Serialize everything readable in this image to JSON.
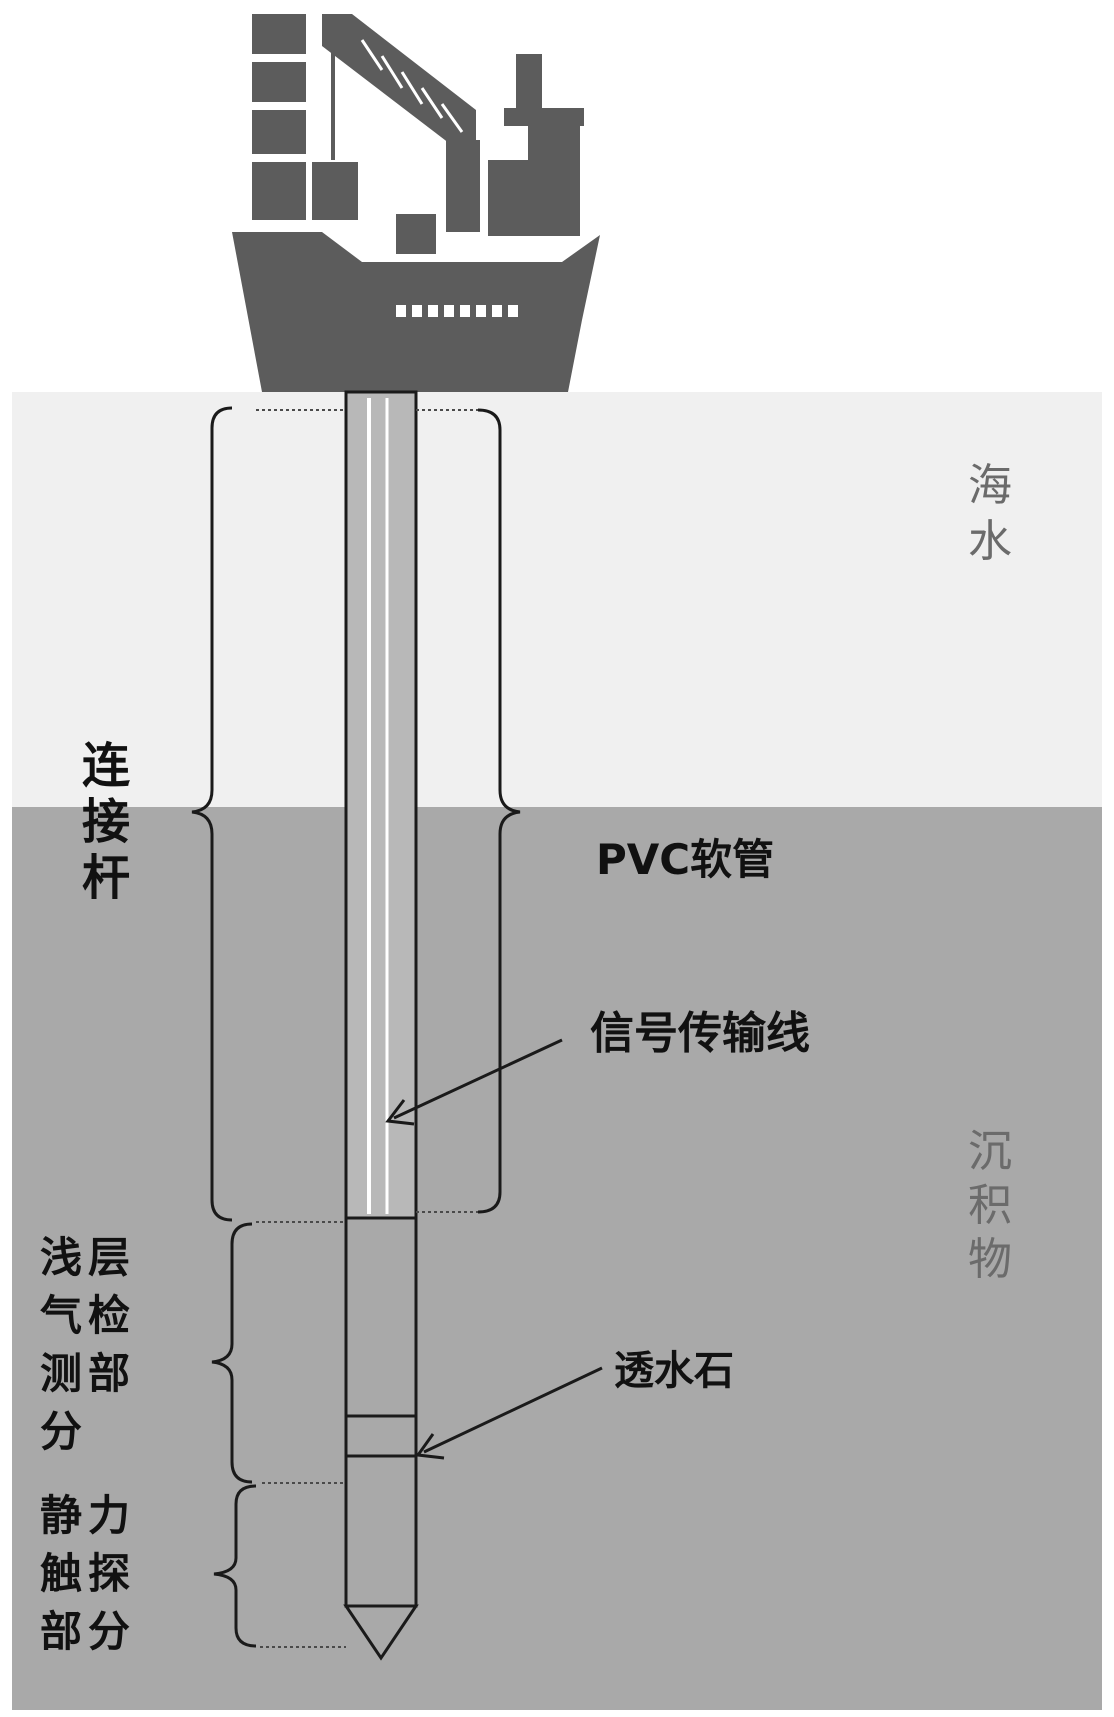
{
  "zones": {
    "seawater": "海水",
    "sediment": "沉积物"
  },
  "labels": {
    "connecting_rod": "连接杆",
    "pvc_hose": "PVC软管",
    "signal_line": "信号传输线",
    "shallow_gas_section": "浅层气检测部分",
    "permeable_stone": "透水石",
    "cpt_section": "静力触探部分"
  },
  "colors": {
    "seawater": "#f0f0f0",
    "sediment": "#a9a9a9",
    "ship": "#5c5c5c",
    "probe_rod": "#b8b8b8",
    "outline": "#1a1a1a"
  },
  "icons": {
    "ship": "vessel-with-crane-icon"
  }
}
